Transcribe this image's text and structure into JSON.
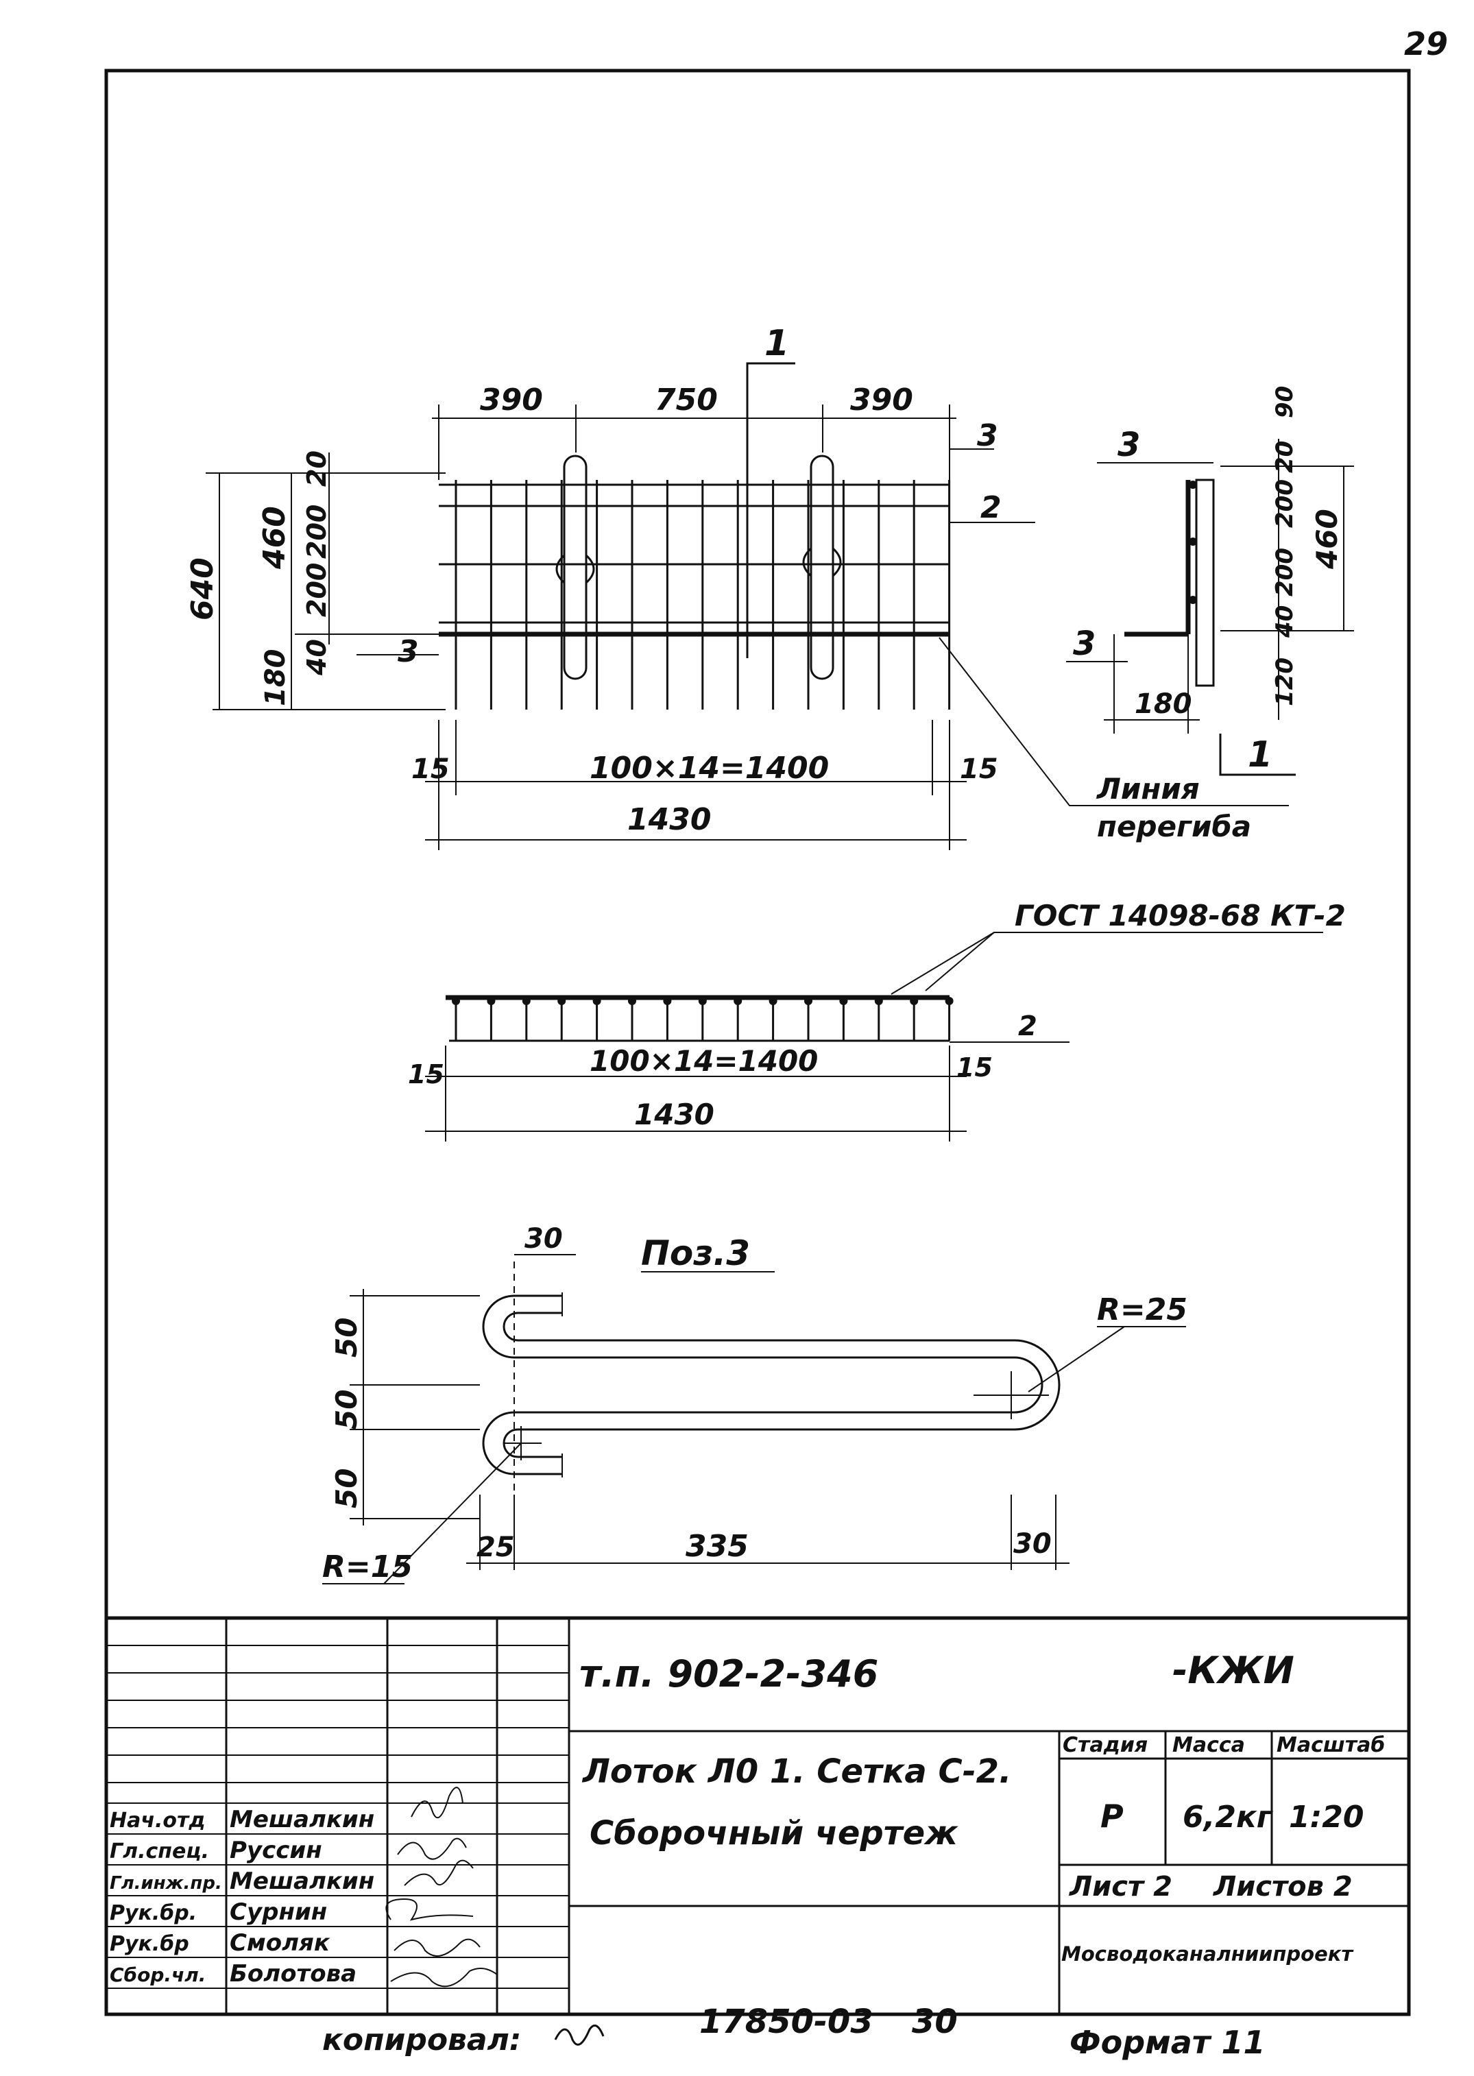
{
  "page_number": "29",
  "plan_view": {
    "section_mark": "1",
    "top_dims": [
      "390",
      "750",
      "390"
    ],
    "left_dims": [
      "640",
      "460",
      "180",
      "20",
      "200",
      "200",
      "40"
    ],
    "pos_labels": [
      "3",
      "2",
      "3"
    ],
    "bottom_dim_main": "100×14=1400",
    "bottom_dim_side": "15",
    "bottom_dim_total": "1430",
    "bend_note_line1": "Линия",
    "bend_note_line2": "перегиба"
  },
  "section_view": {
    "mark": "1",
    "pos_labels": [
      "3",
      "3"
    ],
    "right_dims": [
      "90",
      "20",
      "200",
      "200",
      "40",
      "120",
      "460"
    ],
    "bottom_dim": "180"
  },
  "elevation_view": {
    "gost_note": "ГОСТ 14098-68 КТ-2",
    "pos_label": "2",
    "dim_main": "100×14=1400",
    "dim_side": "15",
    "dim_total": "1430"
  },
  "detail_view": {
    "title": "Поз.3",
    "dim_top": "30",
    "left_dims": [
      "50",
      "50",
      "50"
    ],
    "radius_large": "R=25",
    "radius_small": "R=15",
    "bottom_dims": [
      "25",
      "335",
      "30"
    ]
  },
  "title_block": {
    "doc_code": "т.п. 902-2-346",
    "doc_suffix": "-КЖИ",
    "title_line1": "Лоток Л0 1. Сетка С-2.",
    "title_line2": "Сборочный чертеж",
    "headers": [
      "Стадия",
      "Масса",
      "Масштаб"
    ],
    "stage": "Р",
    "mass": "6,2кг",
    "scale": "1:20",
    "sheet_label": "Лист 2",
    "sheets_label": "Листов 2",
    "organization": "Мосводоканалниипроект",
    "staff": [
      {
        "role": "Нач.отд",
        "name": "Мешалкин"
      },
      {
        "role": "Гл.спец.",
        "name": "Руссин"
      },
      {
        "role": "Гл.инж.пр.",
        "name": "Мешалкин"
      },
      {
        "role": "Рук.бр.",
        "name": "Сурнин"
      },
      {
        "role": "Рук.бр",
        "name": "Смоляк"
      },
      {
        "role": "Сбор.чл.",
        "name": "Болотова"
      }
    ]
  },
  "footer": {
    "copied_by": "копировал:",
    "archive_number": "17850-03",
    "page_ref": "30",
    "format": "Формат 11"
  }
}
